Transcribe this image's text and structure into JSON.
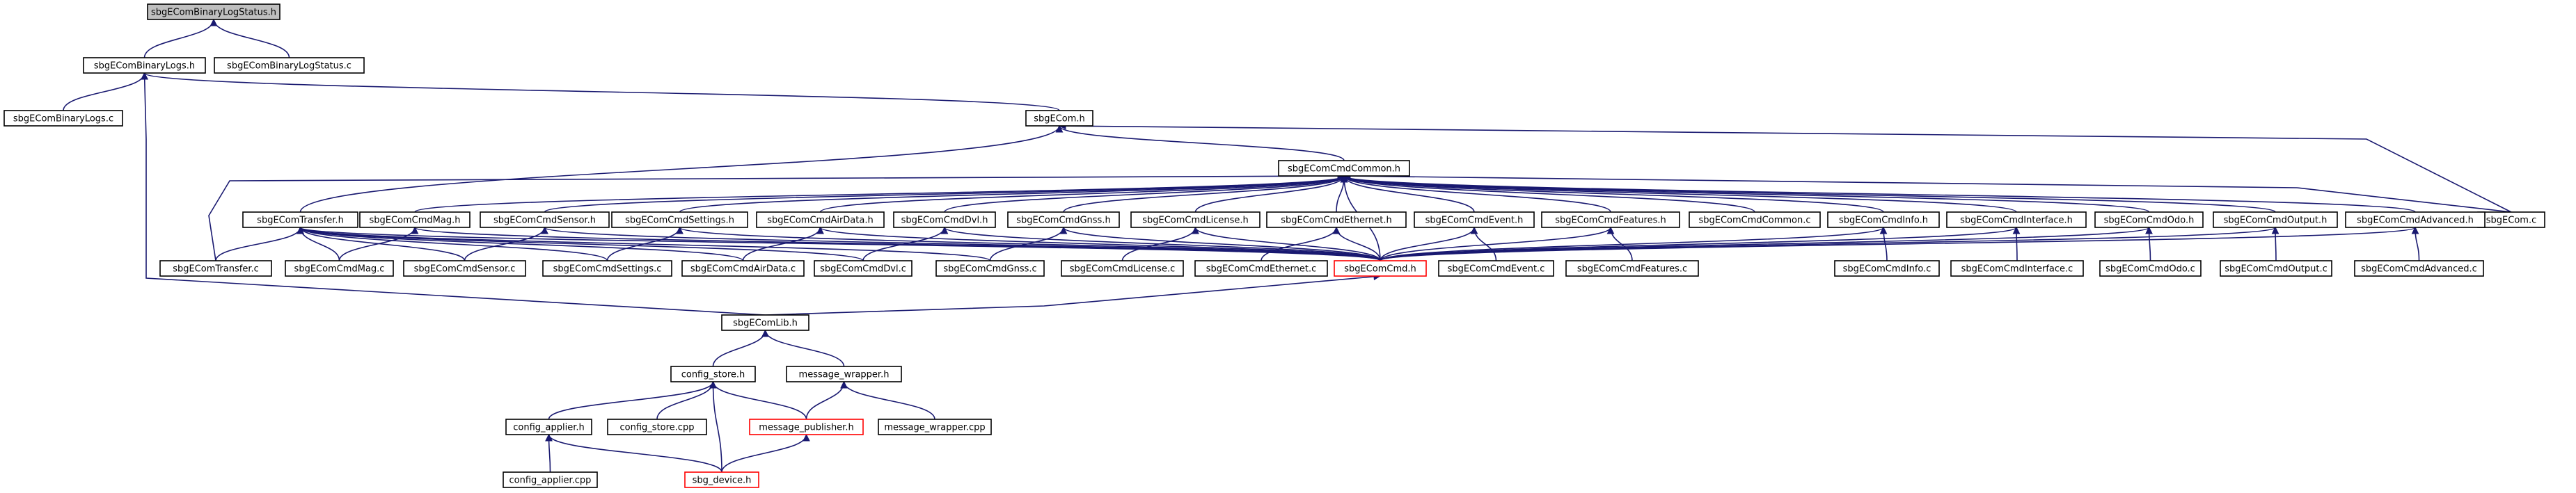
{
  "diagram": {
    "type": "include-dependency-graph",
    "colors": {
      "edge": "#191970",
      "box_border": "#000000",
      "root_fill": "#bfbfbf",
      "incomplete_border": "#ff0000",
      "background": "#ffffff"
    },
    "nodes": [
      {
        "id": "n_root",
        "label": "sbgEComBinaryLogStatus.h",
        "style": "root"
      },
      {
        "id": "n_logs_h",
        "label": "sbgEComBinaryLogs.h",
        "style": "normal"
      },
      {
        "id": "n_status_c",
        "label": "sbgEComBinaryLogStatus.c",
        "style": "normal"
      },
      {
        "id": "n_logs_c",
        "label": "sbgEComBinaryLogs.c",
        "style": "normal"
      },
      {
        "id": "n_ecom_h",
        "label": "sbgECom.h",
        "style": "normal"
      },
      {
        "id": "n_common_h",
        "label": "sbgEComCmdCommon.h",
        "style": "normal"
      },
      {
        "id": "n_ecom_c",
        "label": "sbgECom.c",
        "style": "normal"
      },
      {
        "id": "n_transfer_h",
        "label": "sbgEComTransfer.h",
        "style": "normal"
      },
      {
        "id": "n_mag_h",
        "label": "sbgEComCmdMag.h",
        "style": "normal"
      },
      {
        "id": "n_sensor_h",
        "label": "sbgEComCmdSensor.h",
        "style": "normal"
      },
      {
        "id": "n_settings_h",
        "label": "sbgEComCmdSettings.h",
        "style": "normal"
      },
      {
        "id": "n_airdata_h",
        "label": "sbgEComCmdAirData.h",
        "style": "normal"
      },
      {
        "id": "n_dvl_h",
        "label": "sbgEComCmdDvl.h",
        "style": "normal"
      },
      {
        "id": "n_gnss_h",
        "label": "sbgEComCmdGnss.h",
        "style": "normal"
      },
      {
        "id": "n_license_h",
        "label": "sbgEComCmdLicense.h",
        "style": "normal"
      },
      {
        "id": "n_ethernet_h",
        "label": "sbgEComCmdEthernet.h",
        "style": "normal"
      },
      {
        "id": "n_event_h",
        "label": "sbgEComCmdEvent.h",
        "style": "normal"
      },
      {
        "id": "n_features_h",
        "label": "sbgEComCmdFeatures.h",
        "style": "normal"
      },
      {
        "id": "n_common_c",
        "label": "sbgEComCmdCommon.c",
        "style": "normal"
      },
      {
        "id": "n_info_h",
        "label": "sbgEComCmdInfo.h",
        "style": "normal"
      },
      {
        "id": "n_interface_h",
        "label": "sbgEComCmdInterface.h",
        "style": "normal"
      },
      {
        "id": "n_odo_h",
        "label": "sbgEComCmdOdo.h",
        "style": "normal"
      },
      {
        "id": "n_output_h",
        "label": "sbgEComCmdOutput.h",
        "style": "normal"
      },
      {
        "id": "n_advanced_h",
        "label": "sbgEComCmdAdvanced.h",
        "style": "normal"
      },
      {
        "id": "n_transfer_c",
        "label": "sbgEComTransfer.c",
        "style": "normal"
      },
      {
        "id": "n_mag_c",
        "label": "sbgEComCmdMag.c",
        "style": "normal"
      },
      {
        "id": "n_sensor_c",
        "label": "sbgEComCmdSensor.c",
        "style": "normal"
      },
      {
        "id": "n_settings_c",
        "label": "sbgEComCmdSettings.c",
        "style": "normal"
      },
      {
        "id": "n_airdata_c",
        "label": "sbgEComCmdAirData.c",
        "style": "normal"
      },
      {
        "id": "n_dvl_c",
        "label": "sbgEComCmdDvl.c",
        "style": "normal"
      },
      {
        "id": "n_gnss_c",
        "label": "sbgEComCmdGnss.c",
        "style": "normal"
      },
      {
        "id": "n_license_c",
        "label": "sbgEComCmdLicense.c",
        "style": "normal"
      },
      {
        "id": "n_ethernet_c",
        "label": "sbgEComCmdEthernet.c",
        "style": "normal"
      },
      {
        "id": "n_cmd_h",
        "label": "sbgEComCmd.h",
        "style": "incomplete"
      },
      {
        "id": "n_event_c",
        "label": "sbgEComCmdEvent.c",
        "style": "normal"
      },
      {
        "id": "n_features_c",
        "label": "sbgEComCmdFeatures.c",
        "style": "normal"
      },
      {
        "id": "n_info_c",
        "label": "sbgEComCmdInfo.c",
        "style": "normal"
      },
      {
        "id": "n_interface_c",
        "label": "sbgEComCmdInterface.c",
        "style": "normal"
      },
      {
        "id": "n_odo_c",
        "label": "sbgEComCmdOdo.c",
        "style": "normal"
      },
      {
        "id": "n_output_c",
        "label": "sbgEComCmdOutput.c",
        "style": "normal"
      },
      {
        "id": "n_advanced_c",
        "label": "sbgEComCmdAdvanced.c",
        "style": "normal"
      },
      {
        "id": "n_lib_h",
        "label": "sbgEComLib.h",
        "style": "normal"
      },
      {
        "id": "n_cstore_h",
        "label": "config_store.h",
        "style": "normal"
      },
      {
        "id": "n_mwrap_h",
        "label": "message_wrapper.h",
        "style": "normal"
      },
      {
        "id": "n_capp_h",
        "label": "config_applier.h",
        "style": "normal"
      },
      {
        "id": "n_cstore_cpp",
        "label": "config_store.cpp",
        "style": "normal"
      },
      {
        "id": "n_mpub_h",
        "label": "message_publisher.h",
        "style": "incomplete"
      },
      {
        "id": "n_mwrap_cpp",
        "label": "message_wrapper.cpp",
        "style": "normal"
      },
      {
        "id": "n_capp_cpp",
        "label": "config_applier.cpp",
        "style": "normal"
      },
      {
        "id": "n_device_h",
        "label": "sbg_device.h",
        "style": "incomplete"
      }
    ],
    "edges": [
      [
        "n_logs_h",
        "n_root"
      ],
      [
        "n_status_c",
        "n_root"
      ],
      [
        "n_logs_c",
        "n_logs_h"
      ],
      [
        "n_ecom_h",
        "n_logs_h"
      ],
      [
        "n_lib_h",
        "n_logs_h"
      ],
      [
        "n_common_h",
        "n_ecom_h"
      ],
      [
        "n_transfer_h",
        "n_ecom_h"
      ],
      [
        "n_ecom_c",
        "n_ecom_h"
      ],
      [
        "n_mag_h",
        "n_common_h"
      ],
      [
        "n_sensor_h",
        "n_common_h"
      ],
      [
        "n_settings_h",
        "n_common_h"
      ],
      [
        "n_airdata_h",
        "n_common_h"
      ],
      [
        "n_dvl_h",
        "n_common_h"
      ],
      [
        "n_gnss_h",
        "n_common_h"
      ],
      [
        "n_license_h",
        "n_common_h"
      ],
      [
        "n_ethernet_h",
        "n_common_h"
      ],
      [
        "n_event_h",
        "n_common_h"
      ],
      [
        "n_features_h",
        "n_common_h"
      ],
      [
        "n_common_c",
        "n_common_h"
      ],
      [
        "n_info_h",
        "n_common_h"
      ],
      [
        "n_interface_h",
        "n_common_h"
      ],
      [
        "n_odo_h",
        "n_common_h"
      ],
      [
        "n_output_h",
        "n_common_h"
      ],
      [
        "n_advanced_h",
        "n_common_h"
      ],
      [
        "n_ecom_c",
        "n_common_h"
      ],
      [
        "n_transfer_c",
        "n_common_h"
      ],
      [
        "n_cmd_h",
        "n_common_h"
      ],
      [
        "n_transfer_c",
        "n_transfer_h"
      ],
      [
        "n_mag_c",
        "n_transfer_h"
      ],
      [
        "n_sensor_c",
        "n_transfer_h"
      ],
      [
        "n_settings_c",
        "n_transfer_h"
      ],
      [
        "n_airdata_c",
        "n_transfer_h"
      ],
      [
        "n_dvl_c",
        "n_transfer_h"
      ],
      [
        "n_gnss_c",
        "n_transfer_h"
      ],
      [
        "n_cmd_h",
        "n_transfer_h"
      ],
      [
        "n_mag_c",
        "n_mag_h"
      ],
      [
        "n_cmd_h",
        "n_mag_h"
      ],
      [
        "n_sensor_c",
        "n_sensor_h"
      ],
      [
        "n_cmd_h",
        "n_sensor_h"
      ],
      [
        "n_settings_c",
        "n_settings_h"
      ],
      [
        "n_cmd_h",
        "n_settings_h"
      ],
      [
        "n_airdata_c",
        "n_airdata_h"
      ],
      [
        "n_cmd_h",
        "n_airdata_h"
      ],
      [
        "n_dvl_c",
        "n_dvl_h"
      ],
      [
        "n_cmd_h",
        "n_dvl_h"
      ],
      [
        "n_gnss_c",
        "n_gnss_h"
      ],
      [
        "n_cmd_h",
        "n_gnss_h"
      ],
      [
        "n_license_c",
        "n_license_h"
      ],
      [
        "n_cmd_h",
        "n_license_h"
      ],
      [
        "n_ethernet_c",
        "n_ethernet_h"
      ],
      [
        "n_cmd_h",
        "n_ethernet_h"
      ],
      [
        "n_event_c",
        "n_event_h"
      ],
      [
        "n_cmd_h",
        "n_event_h"
      ],
      [
        "n_features_c",
        "n_features_h"
      ],
      [
        "n_cmd_h",
        "n_features_h"
      ],
      [
        "n_info_c",
        "n_info_h"
      ],
      [
        "n_cmd_h",
        "n_info_h"
      ],
      [
        "n_interface_c",
        "n_interface_h"
      ],
      [
        "n_cmd_h",
        "n_interface_h"
      ],
      [
        "n_odo_c",
        "n_odo_h"
      ],
      [
        "n_cmd_h",
        "n_odo_h"
      ],
      [
        "n_output_c",
        "n_output_h"
      ],
      [
        "n_cmd_h",
        "n_output_h"
      ],
      [
        "n_advanced_c",
        "n_advanced_h"
      ],
      [
        "n_cmd_h",
        "n_advanced_h"
      ],
      [
        "n_lib_h",
        "n_cmd_h"
      ],
      [
        "n_cstore_h",
        "n_lib_h"
      ],
      [
        "n_mwrap_h",
        "n_lib_h"
      ],
      [
        "n_capp_h",
        "n_cstore_h"
      ],
      [
        "n_cstore_cpp",
        "n_cstore_h"
      ],
      [
        "n_mpub_h",
        "n_cstore_h"
      ],
      [
        "n_device_h",
        "n_cstore_h"
      ],
      [
        "n_mpub_h",
        "n_mwrap_h"
      ],
      [
        "n_mwrap_cpp",
        "n_mwrap_h"
      ],
      [
        "n_capp_cpp",
        "n_capp_h"
      ],
      [
        "n_device_h",
        "n_capp_h"
      ],
      [
        "n_device_h",
        "n_mpub_h"
      ]
    ]
  }
}
